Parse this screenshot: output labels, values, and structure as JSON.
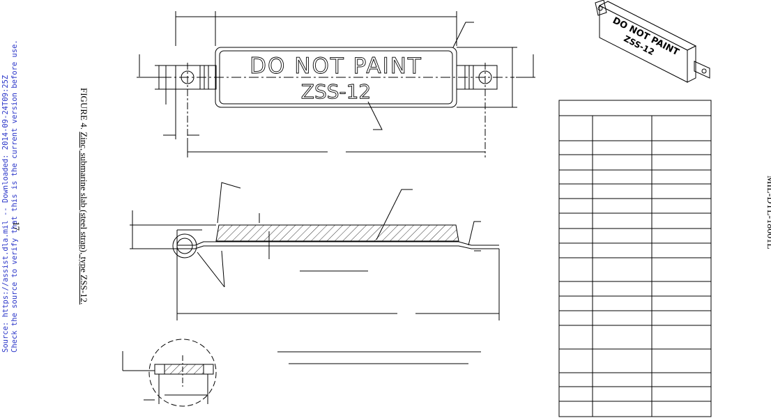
{
  "page": {
    "doc_id": "MIL-DTL-18001L",
    "page_number": "17",
    "source_line_1": "Source: https://assist.dla.mil -- Downloaded: 2014-09-24T09:25Z",
    "source_line_2": "Check the source to verify that this is the current version before use."
  },
  "figure": {
    "number": "FIGURE 4.",
    "title": "Zinc, submarine slab (steel strap), type ZSS-12."
  },
  "plate": {
    "line1": "DO NOT PAINT",
    "line2": "ZSS-12"
  },
  "iso": {
    "line1": "DO NOT PAINT",
    "line2": "ZSS-12"
  }
}
